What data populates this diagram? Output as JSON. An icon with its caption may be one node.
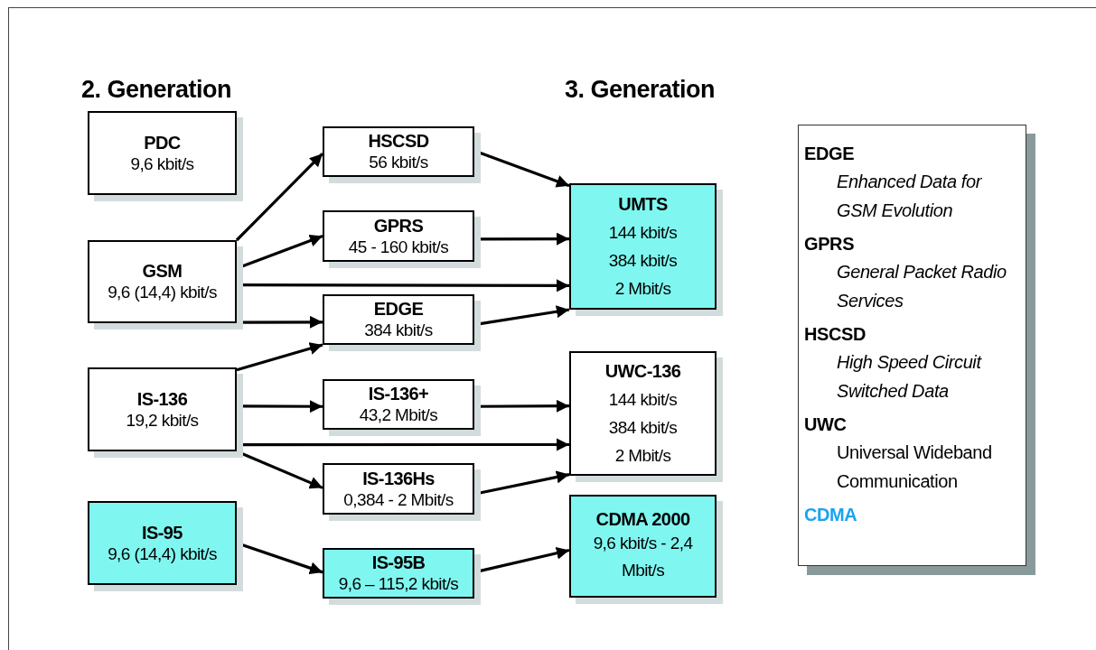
{
  "diagram": {
    "nodes": [
      {
        "text": [
          "PDC",
          "9,6 kbit/s"
        ]
      },
      {
        "text": [
          "GSM",
          "9,6 (14,4) kbit/s"
        ]
      },
      {
        "text": [
          "IS-136",
          "19,2 kbit/s"
        ]
      },
      {
        "text": [
          "IS-95",
          "9,6 (14,4) kbit/s"
        ]
      },
      {
        "text": [
          "HSCSD",
          "56 kbit/s"
        ]
      },
      {
        "text": [
          "GPRS",
          "45 - 160 kbit/s"
        ]
      },
      {
        "text": [
          "EDGE",
          "384 kbit/s"
        ]
      },
      {
        "text": [
          "IS-136+",
          "43,2 Mbit/s"
        ]
      },
      {
        "text": [
          "IS-136Hs",
          "0,384 - 2 Mbit/s"
        ]
      },
      {
        "text": [
          "IS-95B",
          "9,6 – 115,2 kbit/s"
        ]
      },
      {
        "text": [
          "UMTS",
          "144 kbit/s",
          "384 kbit/s",
          "2 Mbit/s"
        ]
      },
      {
        "text": [
          "UWC-136",
          "144 kbit/s",
          "384 kbit/s",
          "2 Mbit/s"
        ]
      },
      {
        "text": [
          "CDMA  2000",
          "9,6 kbit/s - 2,4 Mbit/s"
        ]
      },
      {
        "text": [
          "EDGE",
          "Enhanced Data for GSM Evolution",
          "GPRS",
          "General Packet Radio Services",
          "HSCSD",
          "High Speed Circuit Switched Data",
          "UWC",
          "Universal Wideband Communication",
          "CDMA"
        ]
      }
    ],
    "edges": [
      {
        "from": 1,
        "to": 4,
        "arrow": "to"
      },
      {
        "from": 1,
        "to": 5,
        "arrow": "to"
      },
      {
        "from": 1,
        "to": 10,
        "arrow": "to"
      },
      {
        "from": 1,
        "to": 6,
        "arrow": "to"
      },
      {
        "from": 2,
        "to": 6,
        "arrow": "to"
      },
      {
        "from": 4,
        "to": 10,
        "arrow": "to"
      },
      {
        "from": 5,
        "to": 10,
        "arrow": "to"
      },
      {
        "from": 6,
        "to": 10,
        "arrow": "to"
      },
      {
        "from": 2,
        "to": 7,
        "arrow": "to"
      },
      {
        "from": 2,
        "to": 11,
        "arrow": "to"
      },
      {
        "from": 2,
        "to": 8,
        "arrow": "to"
      },
      {
        "from": 7,
        "to": 11,
        "arrow": "to"
      },
      {
        "from": 8,
        "to": 11,
        "arrow": "to"
      },
      {
        "from": 3,
        "to": 9,
        "arrow": "to"
      },
      {
        "from": 9,
        "to": 12,
        "arrow": "to"
      }
    ],
    "labels": [
      "2. Generation",
      "3. Generation"
    ]
  }
}
